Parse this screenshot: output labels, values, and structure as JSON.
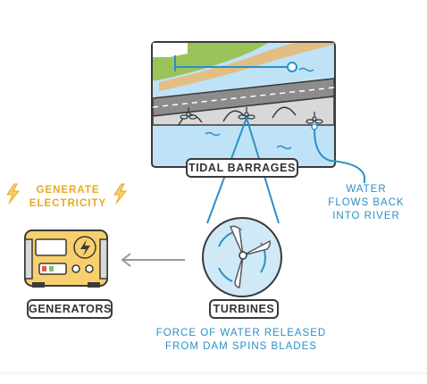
{
  "labels": {
    "tidal_barrages": "TIDAL BARRAGES",
    "turbines": "TURBINES",
    "generators": "GENERATORS"
  },
  "captions": {
    "generate_electricity": "GENERATE\nELECTRICITY",
    "water_flows_back": "WATER\nFLOWS BACK\nINTO RIVER",
    "force_of_water": "FORCE OF WATER RELEASED\nFROM DAM SPINS BLADES"
  },
  "colors": {
    "water": "#bfe3f6",
    "outline": "#3a3a3a",
    "accent_blue": "#2c8fc8",
    "generator_yellow": "#f7cf6c",
    "grass": "#9ac35a"
  },
  "icons": [
    "tidal-barrage-illustration",
    "turbine-icon",
    "generator-icon",
    "lightning-icon",
    "arrow-left-icon"
  ]
}
